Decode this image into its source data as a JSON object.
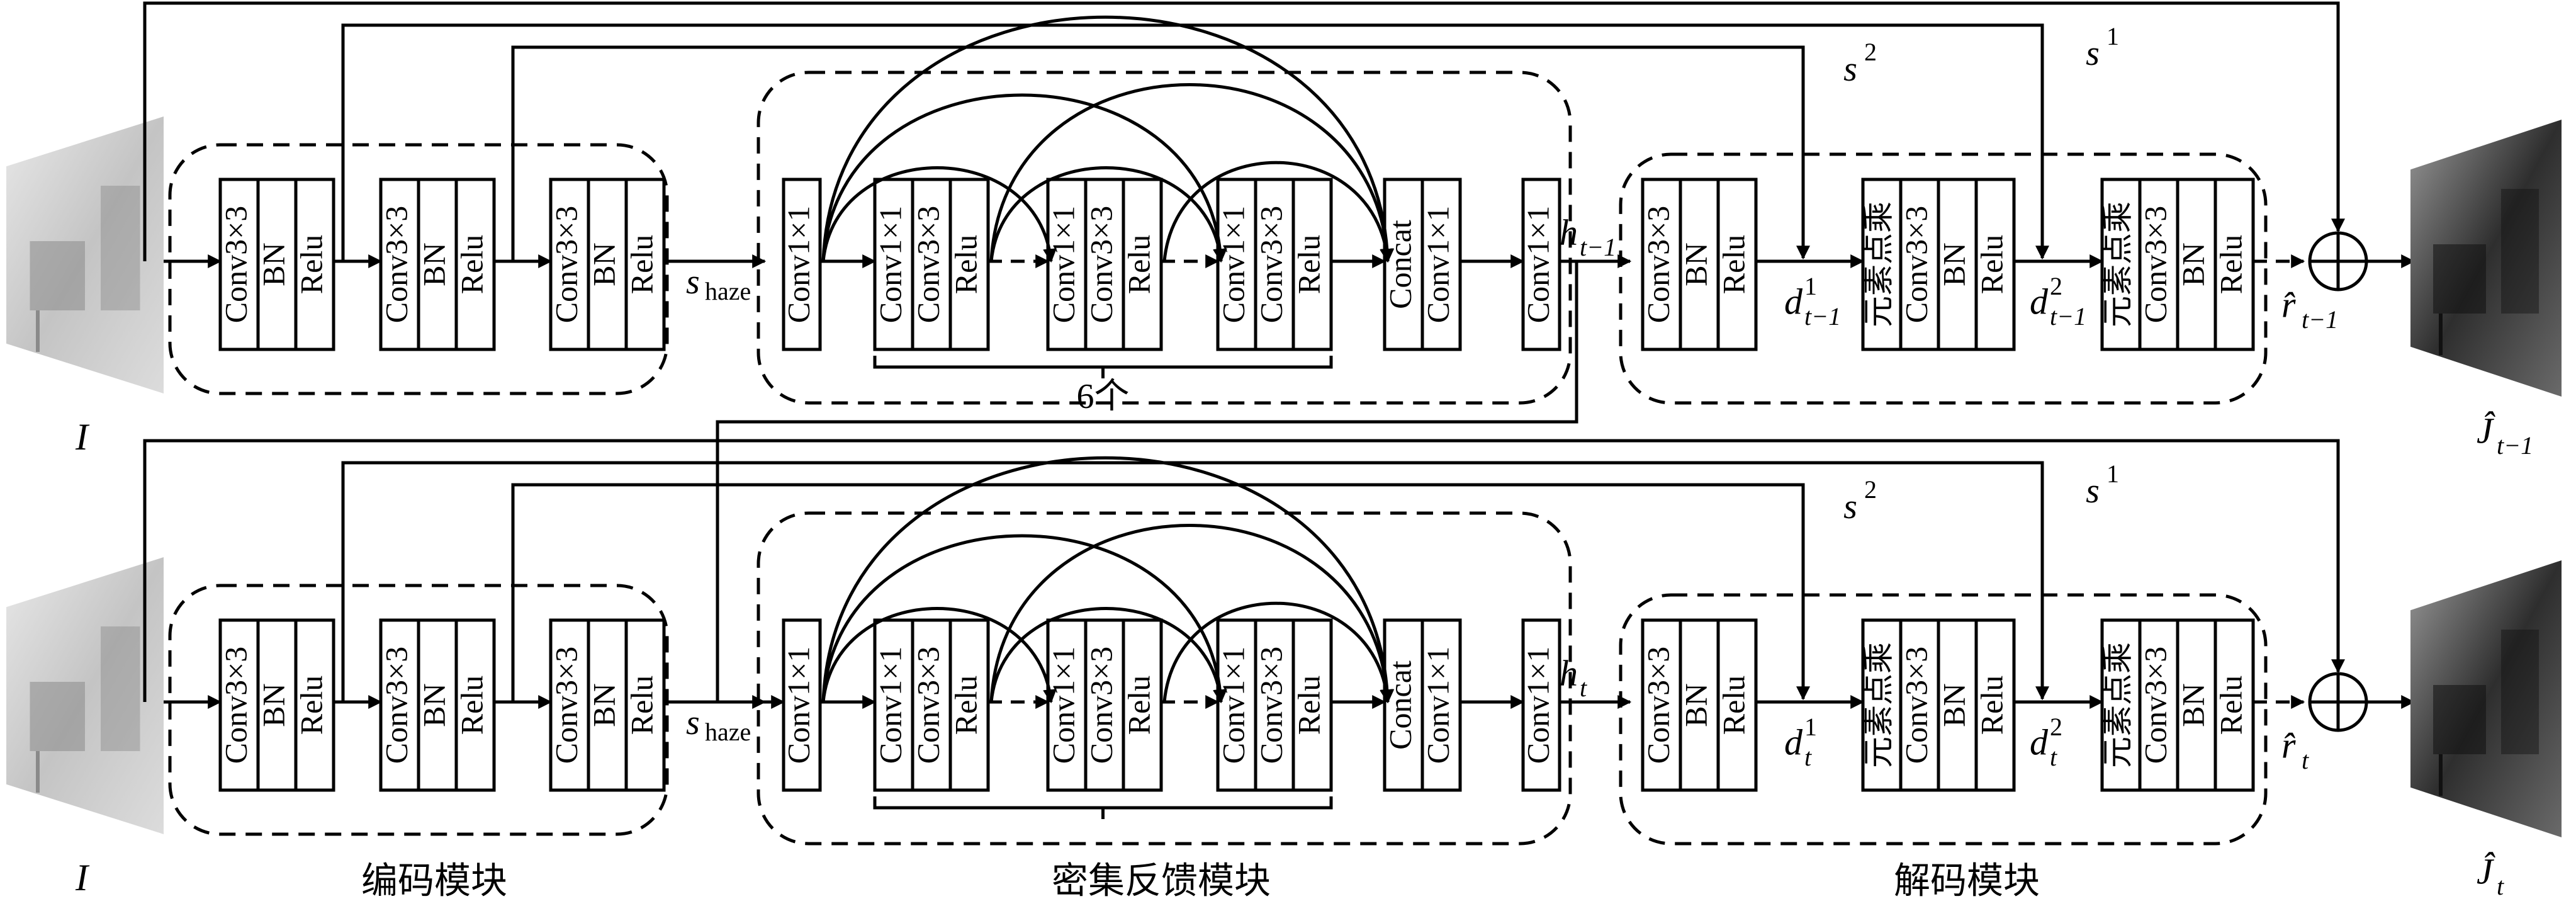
{
  "colors": {
    "stroke": "#000000",
    "background": "#ffffff",
    "hazy_tone": "#c9c9c9",
    "clear_tone": "#3a3a3a"
  },
  "icons": {
    "image_input": "hazy-room-image",
    "image_output": "dehazed-room-image",
    "sum": "circle-plus-icon"
  },
  "layers": {
    "conv3": "Conv3×3",
    "conv1": "Conv1×1",
    "bn": "BN",
    "relu": "Relu",
    "concat": "Concat",
    "mul": "元素点乘"
  },
  "labels": {
    "input": "I",
    "s_haze": "s",
    "s_haze_sub": "haze",
    "six": "6个",
    "s2": "s",
    "s2_sup": "2",
    "s1": "s",
    "s1_sup": "1",
    "r_hat": "r̂",
    "J_hat": "Ĵ",
    "h": "h",
    "d": "d",
    "d1_sup": "1",
    "d2_sup": "2",
    "prev_sub": "t−1",
    "cur_sub": "t"
  },
  "captions": {
    "encoder": "编码模块",
    "feedback": "密集反馈模块",
    "decoder": "解码模块"
  }
}
